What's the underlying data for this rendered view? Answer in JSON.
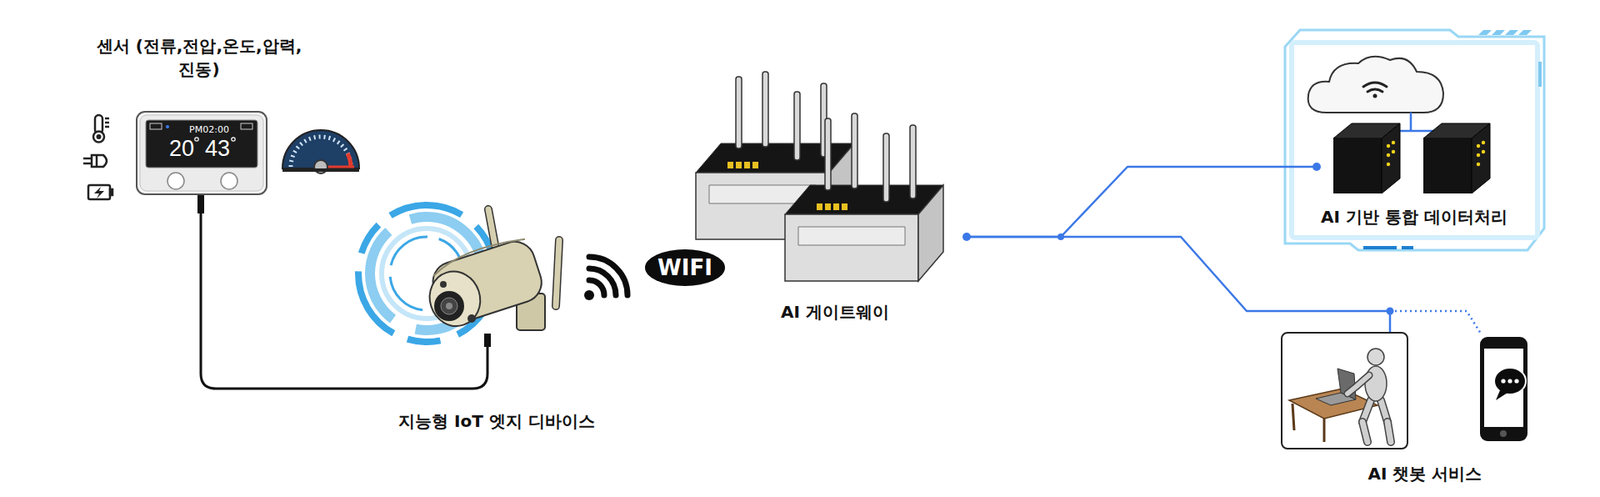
{
  "diagram": {
    "nodes": [
      {
        "text": [
          "센서 (전류,전압,온도,압력,진동)"
        ]
      },
      {
        "text": [
          "지능형 IoT 엣지 디바이스"
        ]
      },
      {
        "text": [
          "WIFI"
        ]
      },
      {
        "text": [
          "AI 게이트웨이"
        ]
      },
      {
        "text": [
          "AI 기반 통합 데이터처리"
        ]
      },
      {
        "text": [
          "AI 챗봇 서비스"
        ]
      }
    ],
    "edges": [
      {
        "from": 0,
        "to": 1,
        "arrow": "none"
      },
      {
        "from": 3,
        "to": 4,
        "arrow": "none"
      },
      {
        "from": 3,
        "to": 5,
        "arrow": "none"
      }
    ],
    "labels": [
      "PM02:00",
      "20",
      "43"
    ]
  }
}
